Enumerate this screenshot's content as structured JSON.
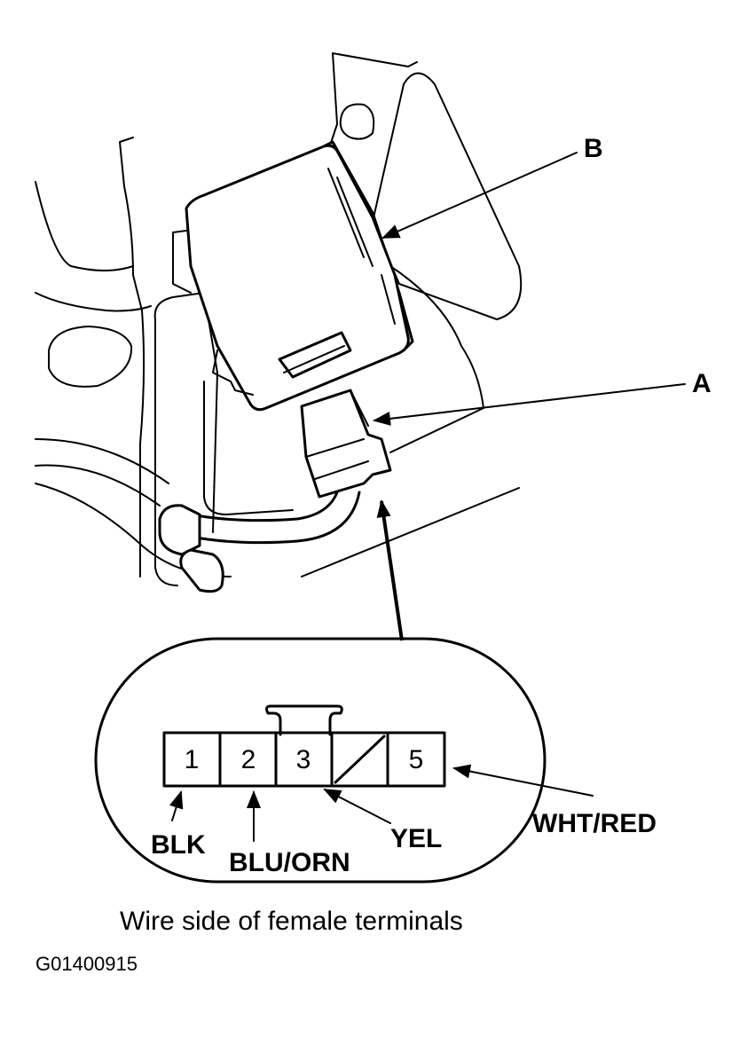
{
  "callouts": {
    "a": "A",
    "b": "B"
  },
  "connector": {
    "pins": [
      "1",
      "2",
      "3",
      "",
      "5"
    ],
    "blank_pin_index": 3
  },
  "wires": {
    "pin1": "BLK",
    "pin2": "BLU/ORN",
    "pin3": "YEL",
    "pin5": "WHT/RED"
  },
  "caption": "Wire side of female terminals",
  "figure_code": "G01400915"
}
